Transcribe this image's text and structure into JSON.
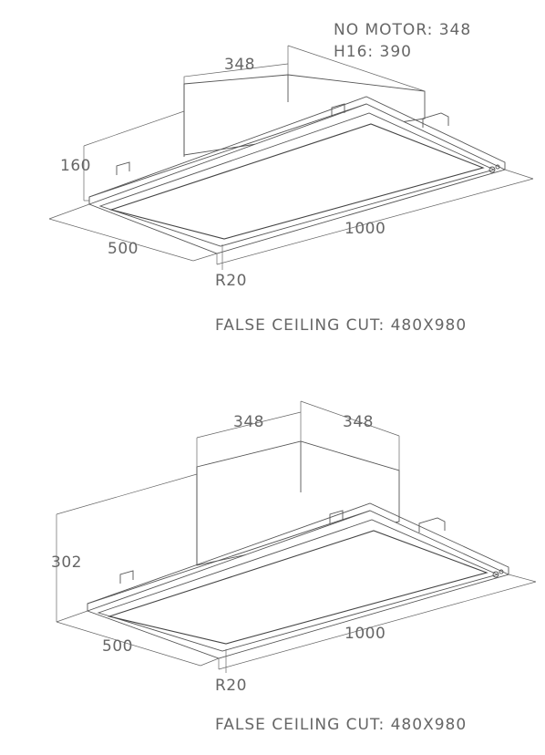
{
  "diagram_top": {
    "note_line1": "NO MOTOR: 348",
    "note_line2": "H16: 390",
    "dim_motor_width": "348",
    "dim_height": "160",
    "dim_depth": "500",
    "dim_length": "1000",
    "dim_radius": "R20",
    "false_ceiling_cut": "FALSE CEILING CUT: 480X980"
  },
  "diagram_bottom": {
    "dim_motor_width": "348",
    "dim_motor_depth": "348",
    "dim_height": "302",
    "dim_depth": "500",
    "dim_length": "1000",
    "dim_radius": "R20",
    "false_ceiling_cut": "FALSE CEILING CUT: 480X980"
  }
}
